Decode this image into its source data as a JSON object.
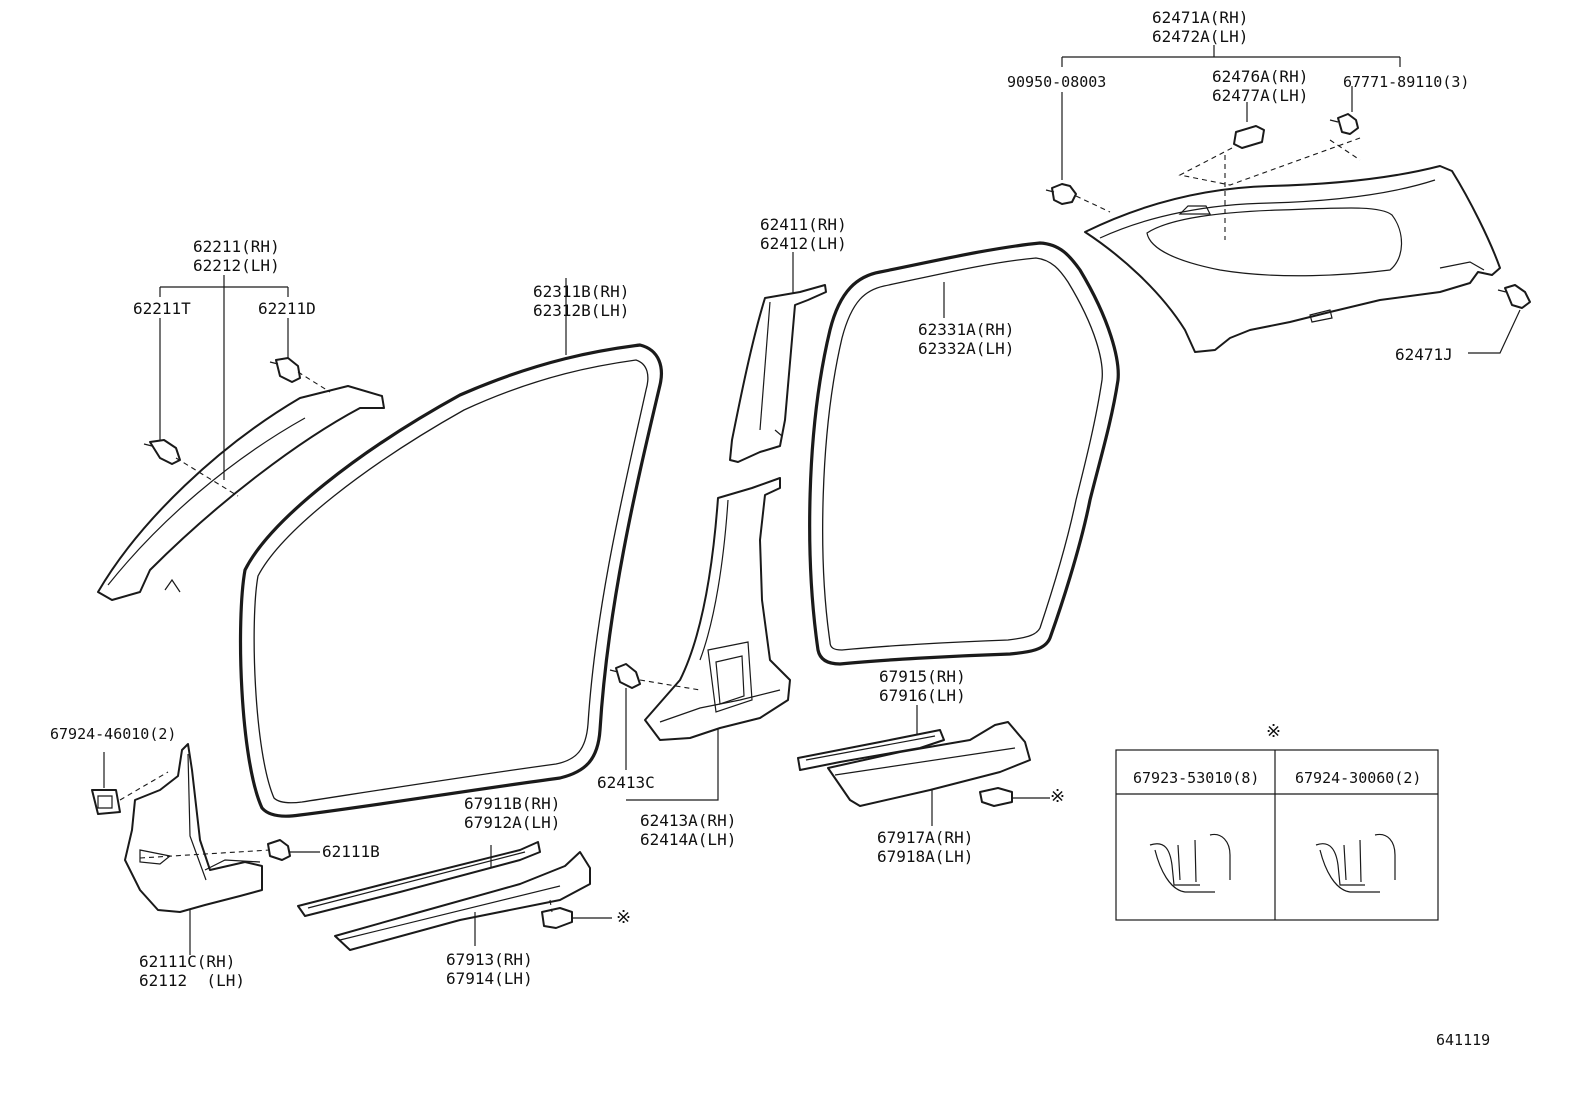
{
  "labels": {
    "l_62471A": "62471A(RH)",
    "l_62472A": "62472A(LH)",
    "l_90950": "90950-08003",
    "l_62476A": "62476A(RH)",
    "l_62477A": "62477A(LH)",
    "l_67771": "67771-89110(3)",
    "l_62471J": "62471J",
    "l_62411": "62411(RH)",
    "l_62412": "62412(LH)",
    "l_62331A": "62331A(RH)",
    "l_62332A": "62332A(LH)",
    "l_62311B": "62311B(RH)",
    "l_62312B": "62312B(LH)",
    "l_62211": "62211(RH)",
    "l_62212": "62212(LH)",
    "l_62211T": "62211T",
    "l_62211D": "62211D",
    "l_67924_46010": "67924-46010(2)",
    "l_62111B": "62111B",
    "l_62111C": "62111C(RH)",
    "l_62112": "62112  (LH)",
    "l_67911B": "67911B(RH)",
    "l_67912A": "67912A(LH)",
    "l_67913": "67913(RH)",
    "l_67914": "67914(LH)",
    "l_62413C": "62413C",
    "l_62413A": "62413A(RH)",
    "l_62414A": "62414A(LH)",
    "l_67915": "67915(RH)",
    "l_67916": "67916(LH)",
    "l_67917A": "67917A(RH)",
    "l_67918A": "67918A(LH)",
    "mark_a": "※",
    "mark_b": "※",
    "mark_box": "※",
    "box_col1": "67923-53010(8)",
    "box_col2": "67924-30060(2)",
    "diagram_id": "641119"
  }
}
